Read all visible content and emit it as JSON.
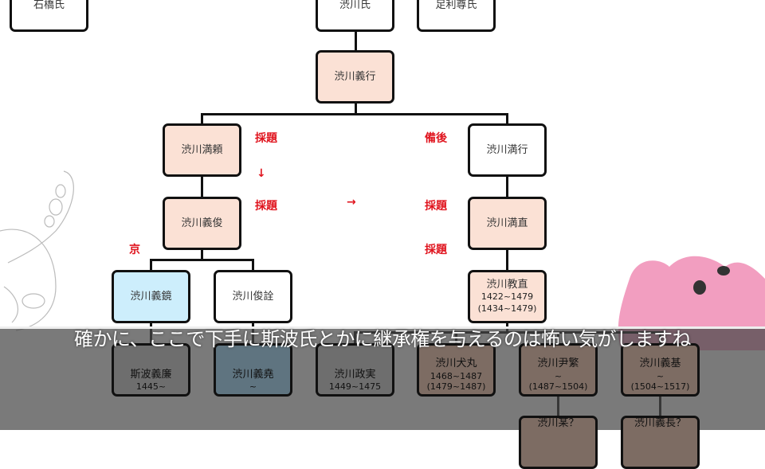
{
  "boxes": {
    "ishibashi": {
      "name": "石橋氏"
    },
    "shibukawa": {
      "name": "渋川氏"
    },
    "ashikaga": {
      "name": "足利尊氏"
    },
    "yoshiyuki": {
      "name": "渋川義行"
    },
    "mitsuyori": {
      "name": "渋川満頼"
    },
    "mitsuyuki": {
      "name": "渋川満行"
    },
    "yoshitoshi": {
      "name": "渋川義俊"
    },
    "mitsunao": {
      "name": "渋川満直"
    },
    "yoshikane": {
      "name": "渋川義鏡"
    },
    "toshiaki": {
      "name": "渋川俊詮"
    },
    "norinao": {
      "name": "渋川教直",
      "d1": "1422~1479",
      "d2": "(1434~1479)"
    },
    "c1": {
      "name": "斯波義廉",
      "d1": "1445~"
    },
    "c2": {
      "name": "渋川義堯",
      "d1": "~"
    },
    "c3": {
      "name": "渋川政実",
      "d1": "1449~1475"
    },
    "c4": {
      "name": "渋川犬丸",
      "d1": "1468~1487",
      "d2": "(1479~1487)"
    },
    "c5": {
      "name": "渋川尹繁",
      "d1": "~",
      "d2": "(1487~1504)"
    },
    "c6": {
      "name": "渋川義基",
      "d1": "~",
      "d2": "(1504~1517)"
    },
    "g1": {
      "name": "渋川某？"
    },
    "g2": {
      "name": "渋川義長？"
    }
  },
  "labels": {
    "tandai1": "採題",
    "bingo": "備後",
    "down": "↓",
    "tandai2": "採題",
    "right": "→",
    "tandai3": "採題",
    "kyo": "京",
    "tandai4": "採題"
  },
  "subtitle": "確かに、ここで下手に斯波氏とかに継承権を与えるのは怖い気がしますね"
}
